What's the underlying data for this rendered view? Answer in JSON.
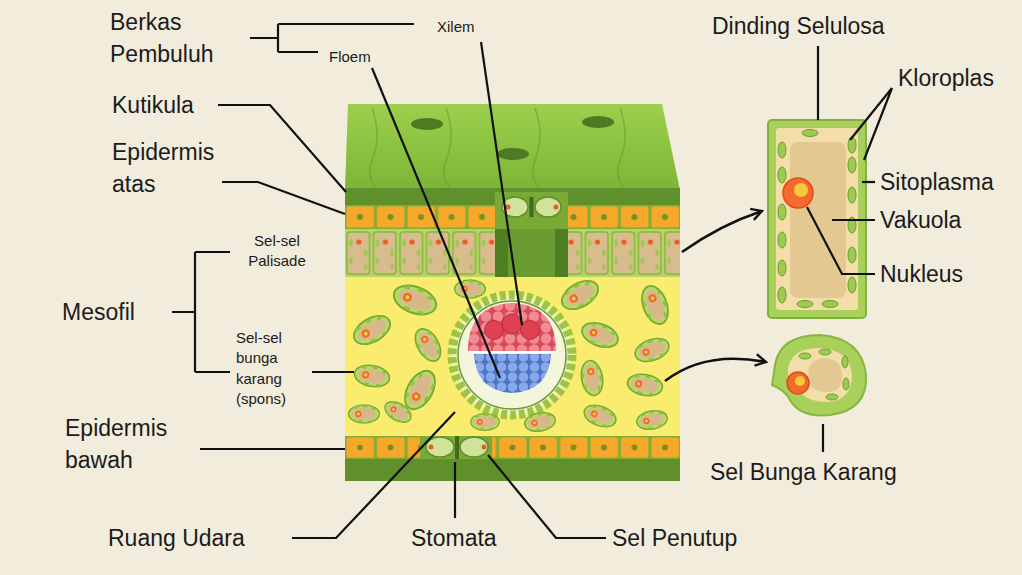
{
  "diagram": {
    "labels": [
      "Berkas Pembuluh",
      "Xilem",
      "Floem",
      "Kutikula",
      "Epidermis atas",
      "Sel-sel Palisade",
      "Mesofil",
      "Sel-sel bunga karang (spons)",
      "Epidermis bawah",
      "Ruang Udara",
      "Stomata",
      "Sel Penutup",
      "Dinding Selulosa",
      "Kloroplas",
      "Sitoplasma",
      "Vakuola",
      "Nukleus",
      "Sel Bunga Karang"
    ]
  }
}
